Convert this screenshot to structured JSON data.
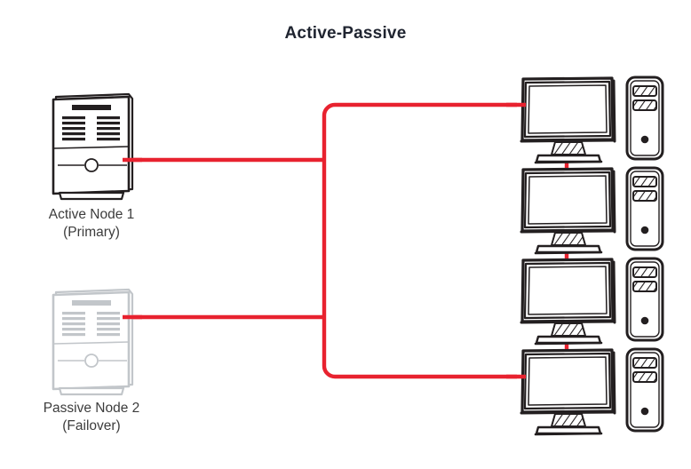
{
  "diagram": {
    "title": "Active-Passive",
    "background_color": "#ffffff",
    "title_color": "#1f2430",
    "link_color": "#e8222f",
    "active_stroke_color": "#231f20",
    "passive_stroke_color": "#c2c6ca",
    "label_color": "#3c3c3c",
    "nodes": [
      {
        "id": "active-node",
        "icon": "server-tower-icon",
        "state": "active",
        "label_line1": "Active Node 1",
        "label_line2": "(Primary)"
      },
      {
        "id": "passive-node",
        "icon": "server-tower-icon",
        "state": "passive",
        "label_line1": "Passive Node 2",
        "label_line2": "(Failover)"
      }
    ],
    "clients": [
      {
        "id": "client-1",
        "icon": "desktop-computer-icon"
      },
      {
        "id": "client-2",
        "icon": "desktop-computer-icon"
      },
      {
        "id": "client-3",
        "icon": "desktop-computer-icon"
      },
      {
        "id": "client-4",
        "icon": "desktop-computer-icon"
      }
    ],
    "connections": [
      {
        "id": "active-to-bus",
        "from": "active-node",
        "to": "network-bus"
      },
      {
        "id": "passive-to-bus",
        "from": "passive-node",
        "to": "network-bus"
      },
      {
        "id": "bus-to-client-1",
        "from": "network-bus",
        "to": "client-1"
      },
      {
        "id": "bus-to-client-4",
        "from": "network-bus",
        "to": "client-4"
      },
      {
        "id": "client-1-to-client-2",
        "from": "client-1",
        "to": "client-2"
      },
      {
        "id": "client-2-to-client-3",
        "from": "client-2",
        "to": "client-3"
      },
      {
        "id": "client-3-to-client-4",
        "from": "client-3",
        "to": "client-4"
      }
    ]
  }
}
